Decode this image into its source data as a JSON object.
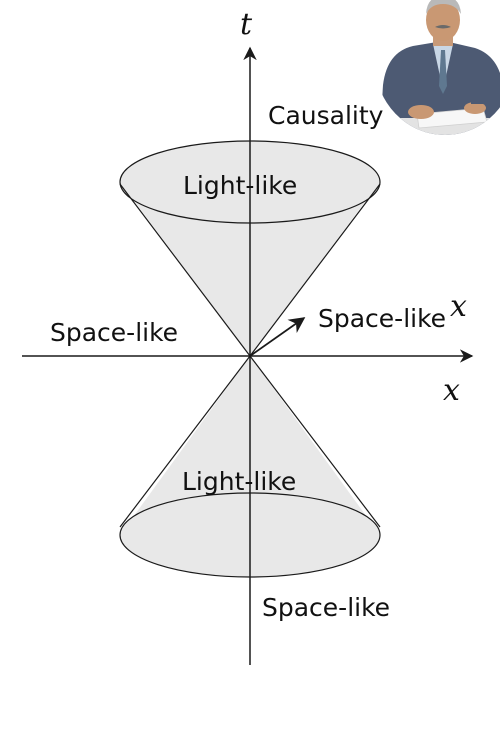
{
  "diagram": {
    "axis_t_label": "t",
    "axis_x_label": "x",
    "arrow_x_label": "x",
    "title": "Causality",
    "upper_cone_label": "Light-like",
    "lower_cone_label": "Light-like",
    "left_label": "Space-like",
    "arrow_label": "Space-like",
    "bottom_label": "Space-like",
    "cone_fill_color": "#e8e8e8",
    "stroke_color": "#1a1a1a"
  },
  "photo": {
    "icon": "man-signing-document-icon"
  }
}
